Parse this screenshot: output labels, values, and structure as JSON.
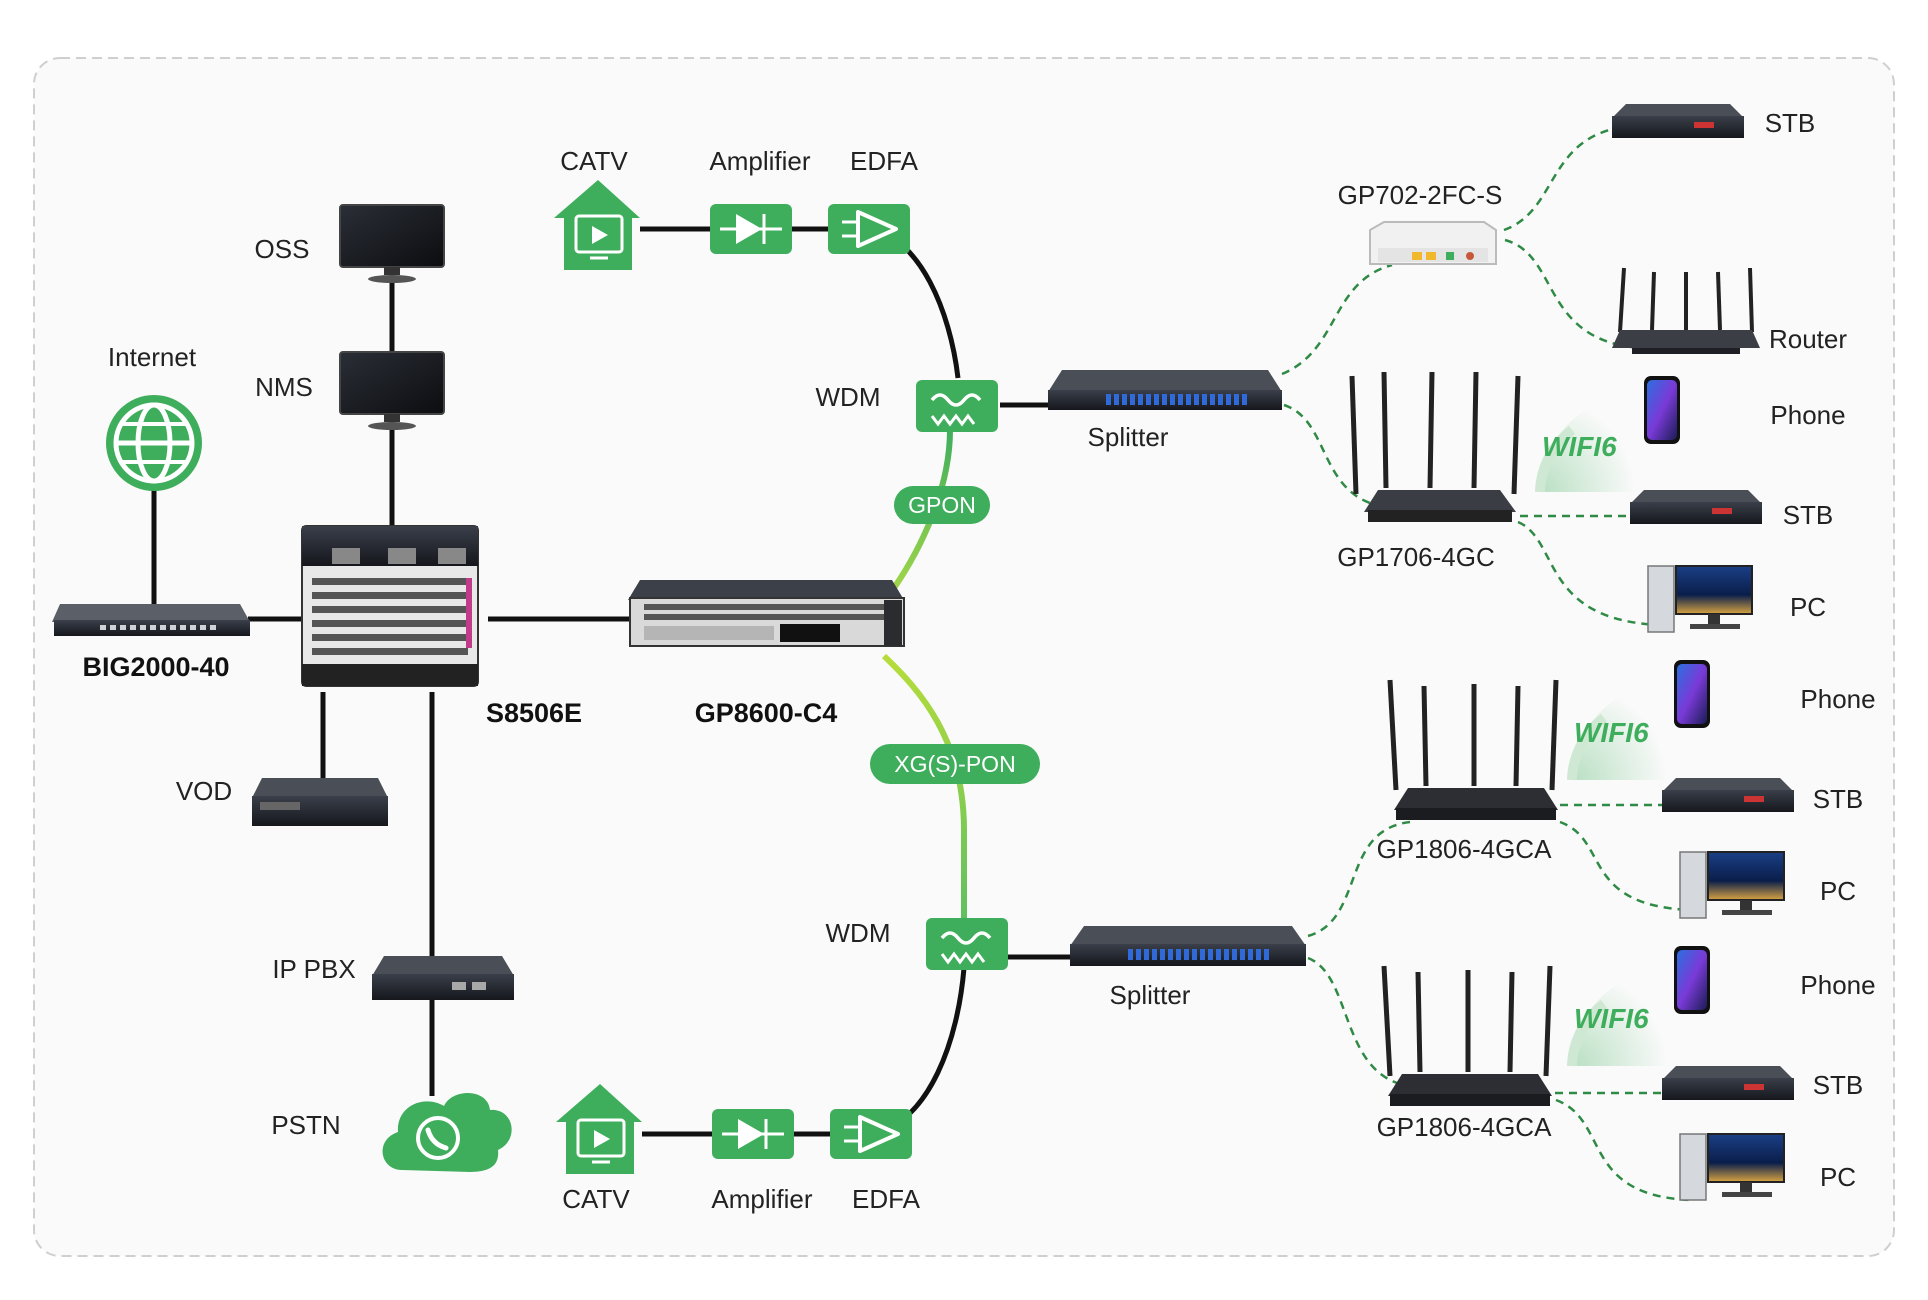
{
  "colors": {
    "accent_green": "#3fae5c",
    "light_green": "#9fd54a",
    "wire": "#111111",
    "dashed": "#2f8a45",
    "frame_border": "#cccccc",
    "frame_bg": "#fafafa"
  },
  "labels": {
    "catv_top": "CATV",
    "amplifier_top": "Amplifier",
    "edfa_top": "EDFA",
    "oss": "OSS",
    "internet": "Internet",
    "nms": "NMS",
    "wdm_top": "WDM",
    "gpon": "GPON",
    "splitter_top": "Splitter",
    "gp702": "GP702-2FC-S",
    "stb_1": "STB",
    "router": "Router",
    "phone_1": "Phone",
    "wifi6_1": "WIFI6",
    "stb_2": "STB",
    "gp1706": "GP1706-4GC",
    "pc_1": "PC",
    "big2000": "BIG2000-40",
    "s8506e": "S8506E",
    "gp8600": "GP8600-C4",
    "vod": "VOD",
    "xgpon": "XG(S)-PON",
    "phone_2": "Phone",
    "wifi6_2": "WIFI6",
    "stb_3": "STB",
    "gp1806_1": "GP1806-4GCA",
    "pc_2": "PC",
    "ip_pbx": "IP PBX",
    "wdm_bottom": "WDM",
    "splitter_bottom": "Splitter",
    "phone_3": "Phone",
    "wifi6_3": "WIFI6",
    "stb_4": "STB",
    "gp1806_2": "GP1806-4GCA",
    "pstn": "PSTN",
    "pc_3": "PC",
    "catv_bottom": "CATV",
    "amplifier_bottom": "Amplifier",
    "edfa_bottom": "EDFA"
  }
}
